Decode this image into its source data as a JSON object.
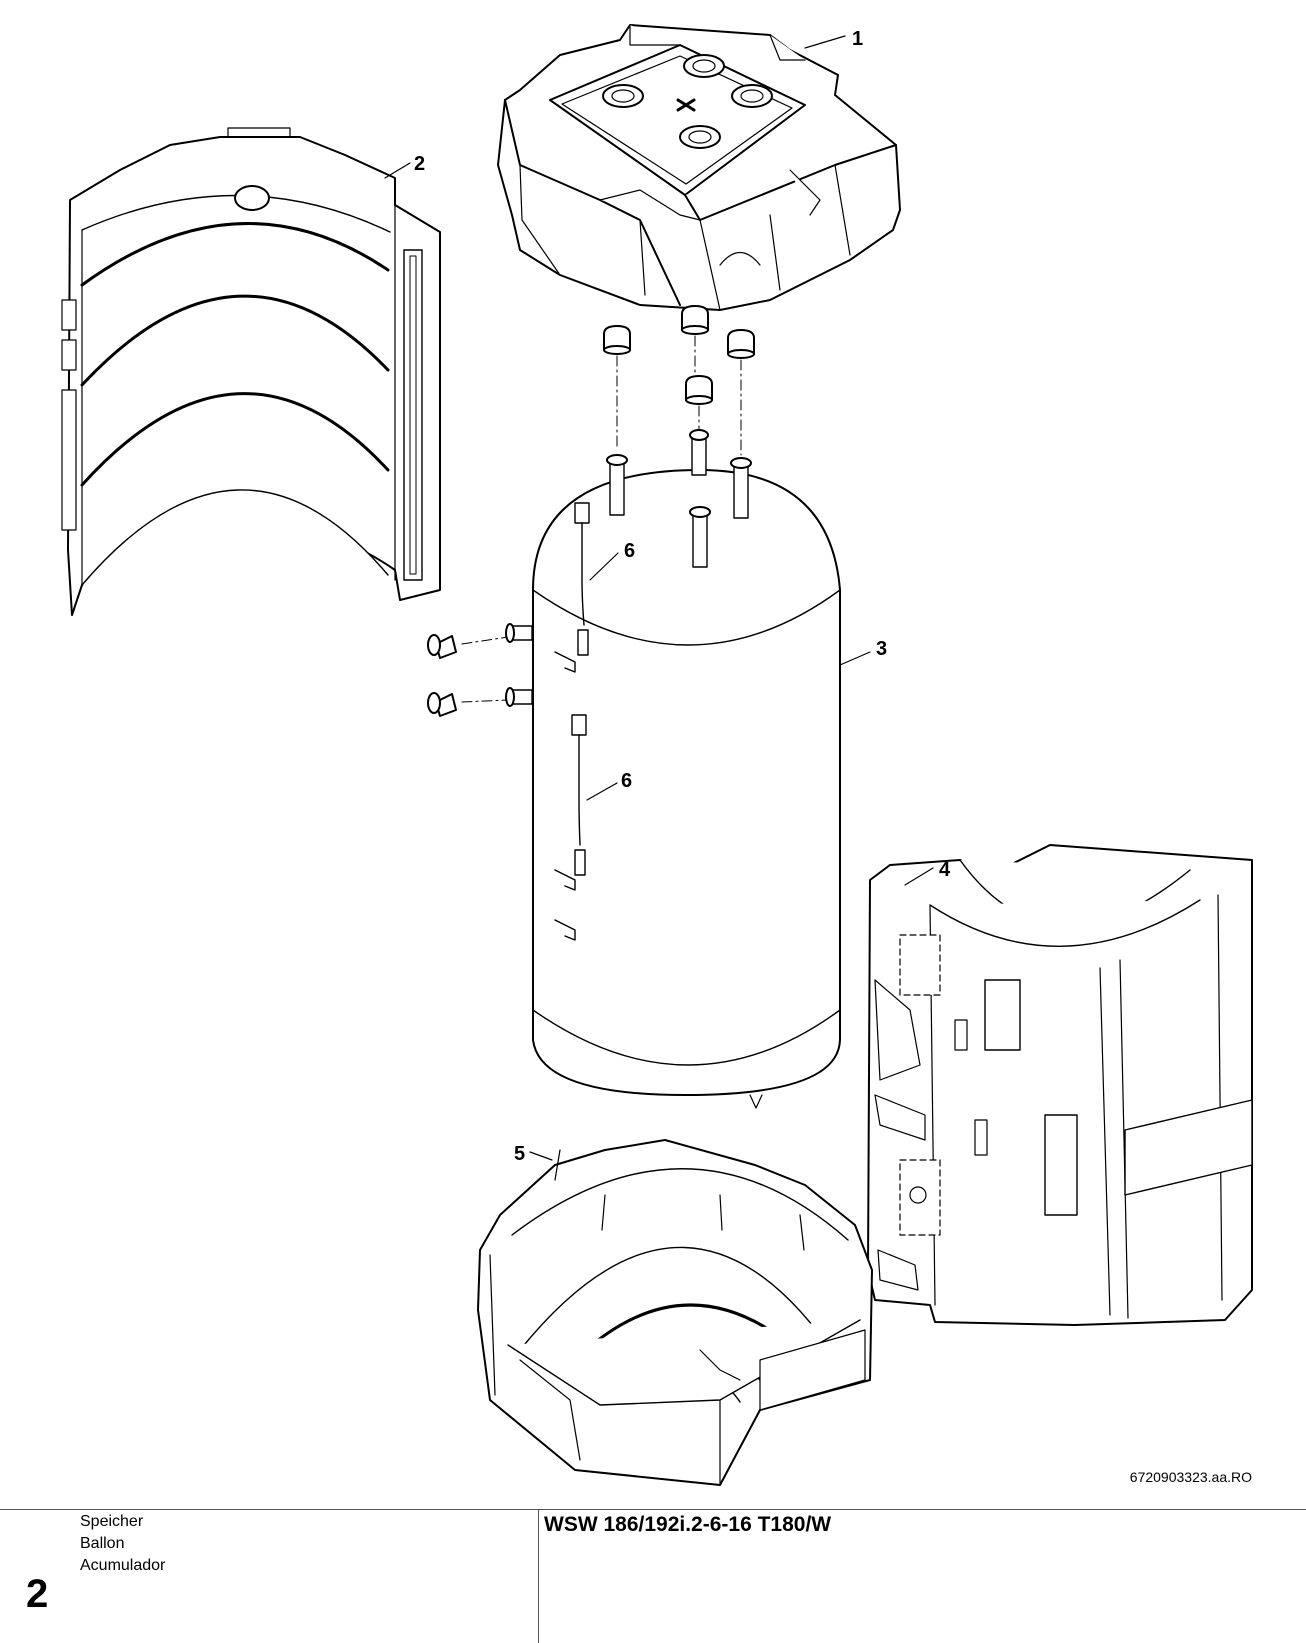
{
  "diagram": {
    "labels": [
      {
        "id": "1",
        "text": "1"
      },
      {
        "id": "2",
        "text": "2"
      },
      {
        "id": "3",
        "text": "3"
      },
      {
        "id": "4",
        "text": "4"
      },
      {
        "id": "5",
        "text": "5"
      },
      {
        "id": "6a",
        "text": "6"
      },
      {
        "id": "6b",
        "text": "6"
      }
    ],
    "document_number": "6720903323.aa.RO"
  },
  "footer": {
    "section_number": "2",
    "titles": [
      "Speicher",
      "Ballon",
      "Acumulador"
    ],
    "model": "WSW 186/192i.2-6-16 T180/W"
  }
}
